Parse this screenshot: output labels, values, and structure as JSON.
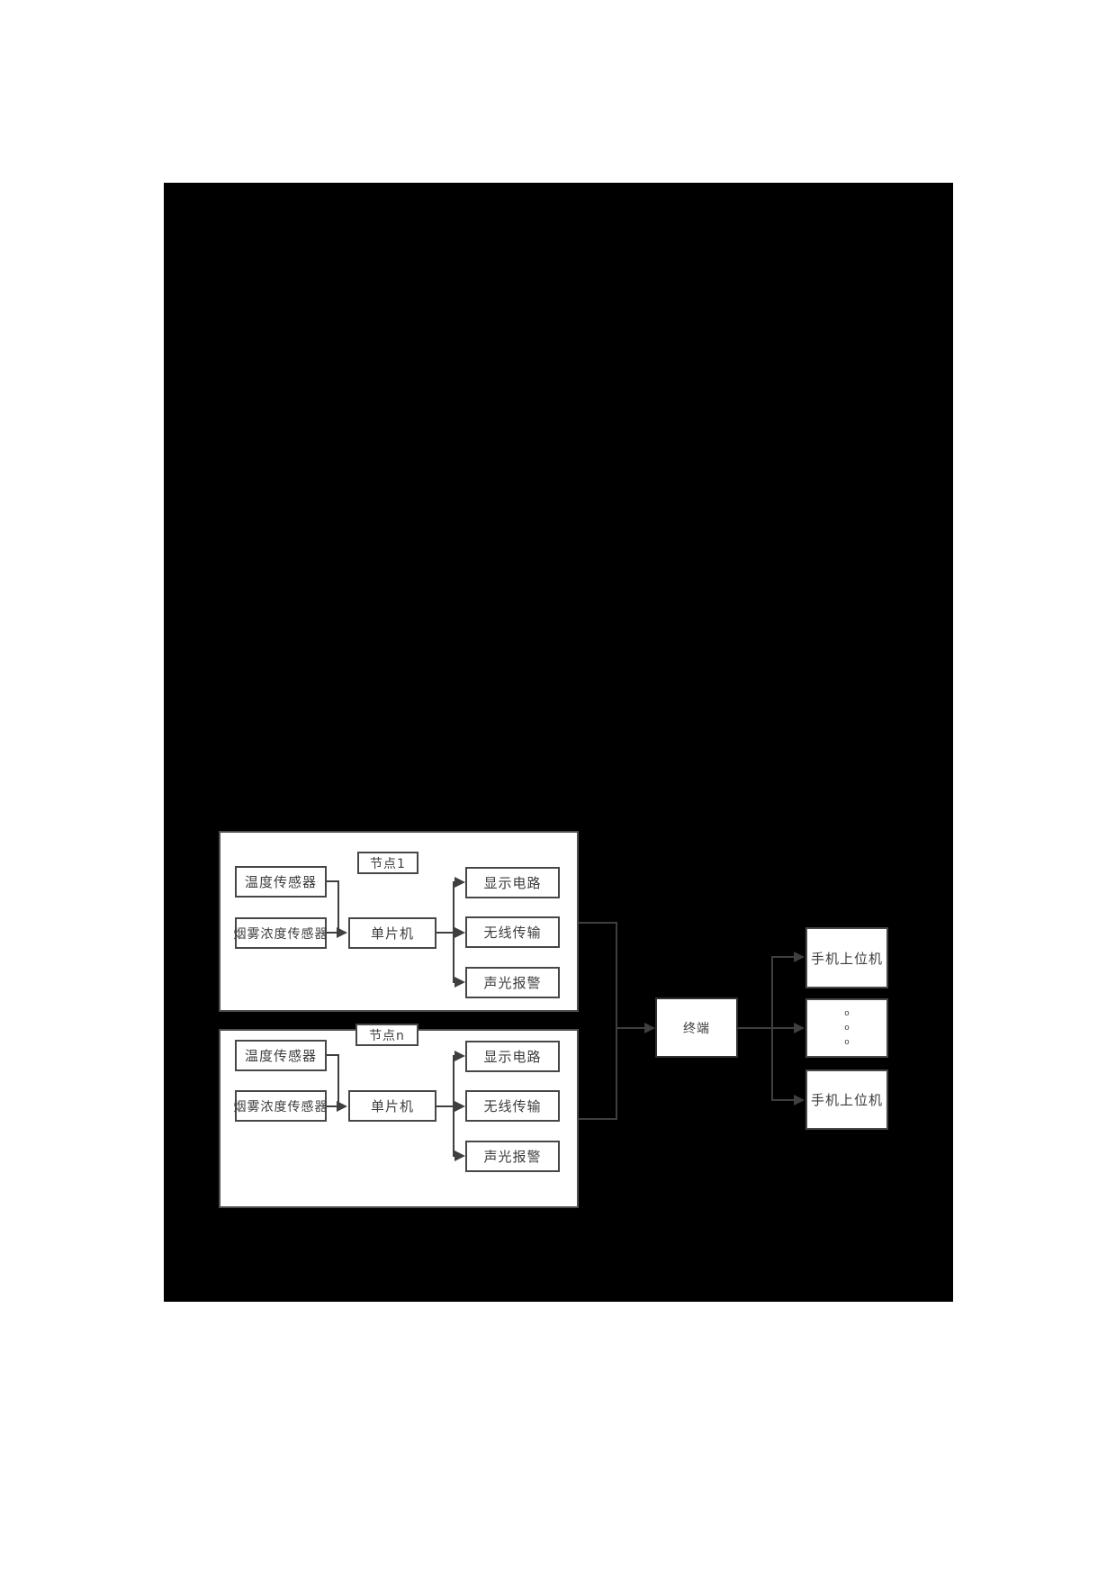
{
  "figure": {
    "node1": {
      "title": "节点1",
      "temp_sensor": "温度传感器",
      "smoke_sensor": "烟雾浓度传感器",
      "mcu": "单片机",
      "display": "显示电路",
      "wireless": "无线传输",
      "alarm": "声光报警"
    },
    "node_n": {
      "title": "节点n",
      "temp_sensor": "温度传感器",
      "smoke_sensor": "烟雾浓度传感器",
      "mcu": "单片机",
      "display": "显示电路",
      "wireless": "无线传输",
      "alarm": "声光报警"
    },
    "terminal": "终端",
    "host_top": "手机上位机",
    "host_bottom": "手机上位机",
    "ellipsis_dots": [
      "o",
      "o",
      "o"
    ],
    "colors": {
      "page_bg": "#ffffff",
      "figure_bg": "#000000",
      "box_fill": "#ffffff",
      "line": "#3f3f3f",
      "text": "#3d3d3d"
    }
  }
}
